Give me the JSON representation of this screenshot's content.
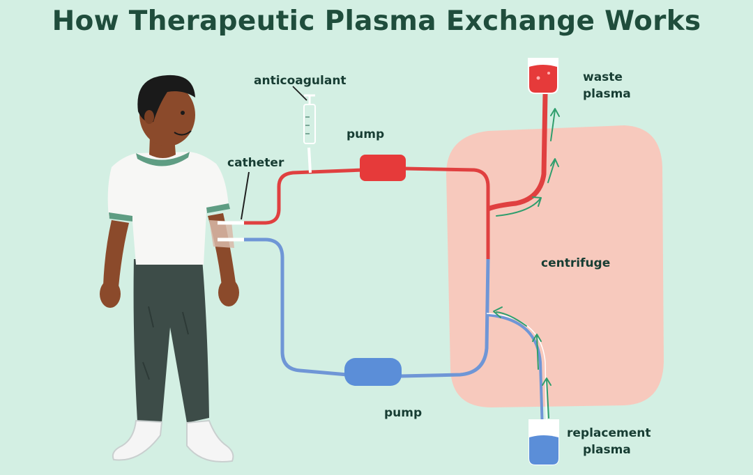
{
  "title": "How Therapeutic Plasma Exchange Works",
  "labels": {
    "anticoagulant": "anticoagulant",
    "pump_top": "pump",
    "catheter": "catheter",
    "waste_plasma_1": "waste",
    "waste_plasma_2": "plasma",
    "centrifuge": "centrifuge",
    "pump_bottom": "pump",
    "replacement_plasma_1": "replacement",
    "replacement_plasma_2": "plasma"
  },
  "colors": {
    "background": "#d3efe3",
    "title": "#1f4d3c",
    "blood_line": "#e04040",
    "return_line": "#6f96d6",
    "centrifuge": "#f7c9bd",
    "flow_arrow": "#2f9e6d",
    "pump_red": "#e63a3a",
    "pump_blue": "#5b8ed8"
  },
  "icons": [
    "person-figure",
    "anticoagulant-syringe-icon",
    "waste-plasma-bag-icon",
    "replacement-plasma-bag-icon",
    "flow-arrow-icon"
  ]
}
